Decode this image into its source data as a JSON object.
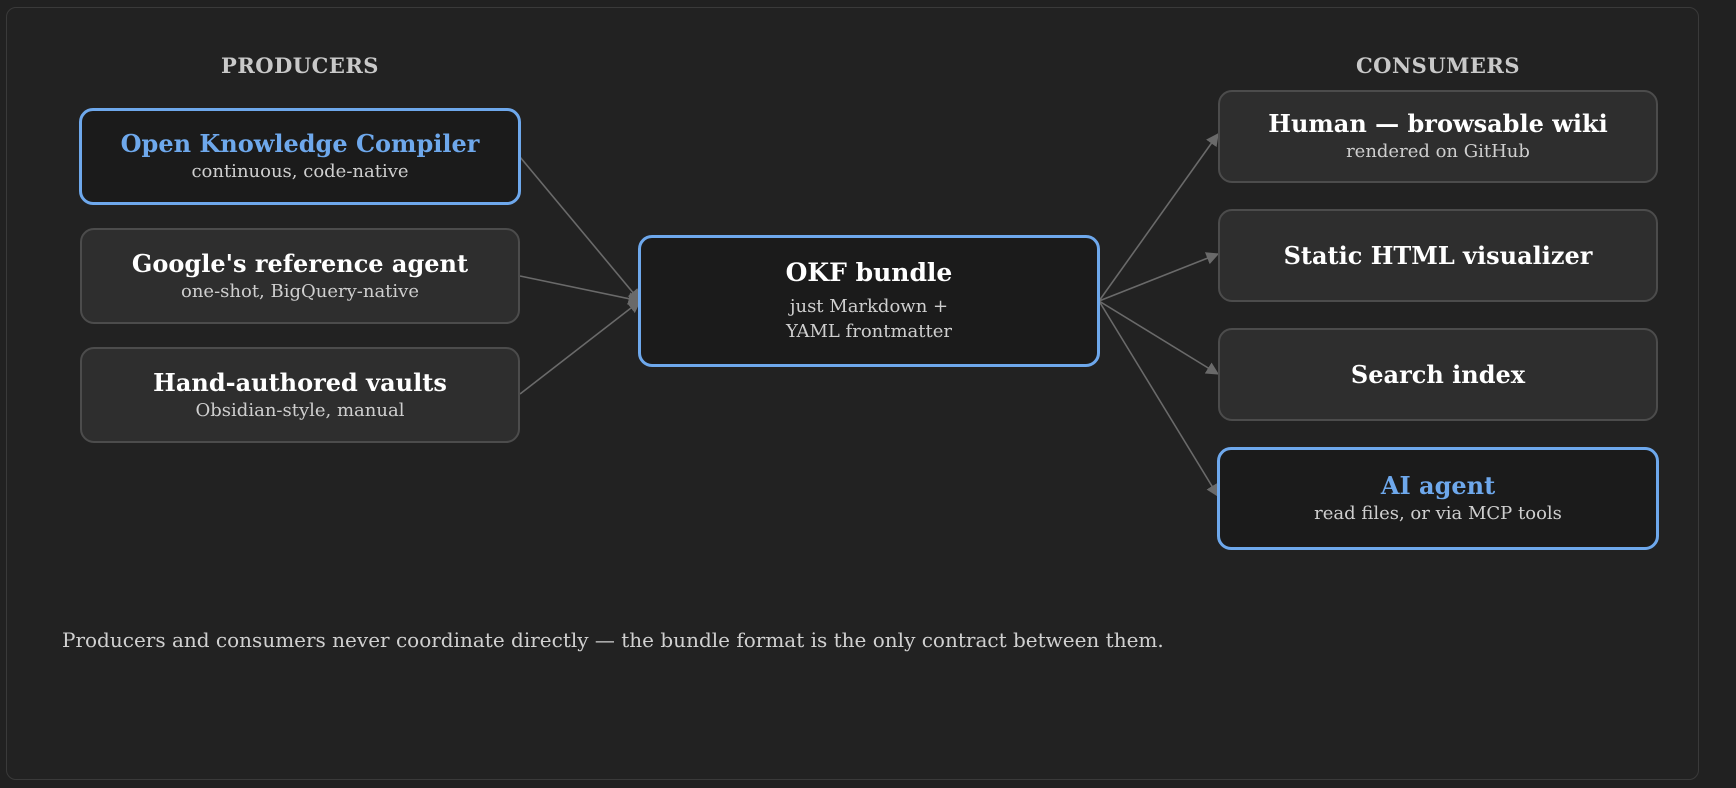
{
  "colors": {
    "background": "#212121",
    "box": "#2e2e2e",
    "box_border": "#4c4c4c",
    "highlight": "#6ea8ec",
    "highlight_fill": "#1b1b1b",
    "text": "#ffffff",
    "subtext": "#cfcfcf",
    "connector": "#6a6a6a"
  },
  "producers": {
    "heading": "PRODUCERS",
    "items": [
      {
        "title": "Open Knowledge Compiler",
        "subtitle": "continuous, code-native",
        "highlighted": true
      },
      {
        "title": "Google's reference agent",
        "subtitle": "one-shot, BigQuery-native",
        "highlighted": false
      },
      {
        "title": "Hand-authored vaults",
        "subtitle": "Obsidian-style, manual",
        "highlighted": false
      }
    ]
  },
  "bundle": {
    "title": "OKF bundle",
    "line1": "just Markdown +",
    "line2": "YAML frontmatter"
  },
  "consumers": {
    "heading": "CONSUMERS",
    "items": [
      {
        "title": "Human — browsable wiki",
        "subtitle": "rendered on GitHub",
        "highlighted": false
      },
      {
        "title": "Static HTML visualizer",
        "subtitle": "",
        "highlighted": false
      },
      {
        "title": "Search index",
        "subtitle": "",
        "highlighted": false
      },
      {
        "title": "AI agent",
        "subtitle": "read files, or via MCP tools",
        "highlighted": true
      }
    ]
  },
  "footer": "Producers and consumers never coordinate directly — the bundle format is the only contract between them."
}
